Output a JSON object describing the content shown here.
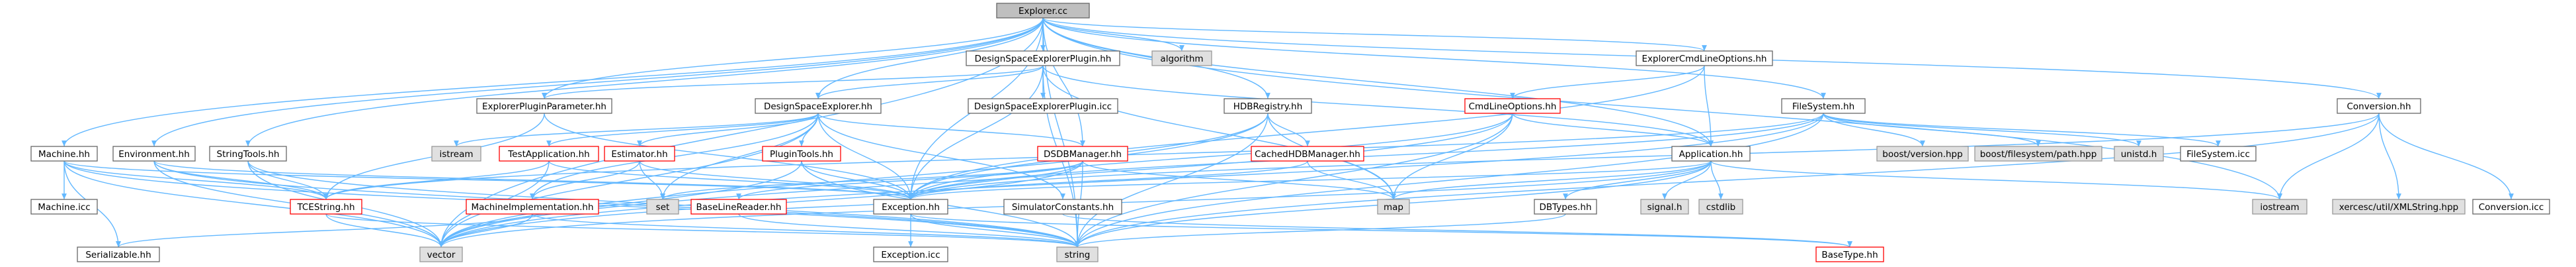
{
  "colors": {
    "edge": "#63b8ff",
    "root_fill": "#bfbfbf",
    "default_fill": "#ffffff",
    "default_border": "#666666",
    "red_border": "#ff0000",
    "gray_fill": "#e0e0e0",
    "gray_border": "#999999",
    "text": "#000000"
  },
  "nodes": [
    {
      "id": "explorer_cc",
      "label": "Explorer.cc",
      "style": "root"
    },
    {
      "id": "algorithm",
      "label": "algorithm",
      "style": "gray"
    },
    {
      "id": "dse_plugin_hh",
      "label": "DesignSpaceExplorerPlugin.hh",
      "style": "default"
    },
    {
      "id": "explorer_cmdline_hh",
      "label": "ExplorerCmdLineOptions.hh",
      "style": "default"
    },
    {
      "id": "hdbregistry_hh",
      "label": "HDBRegistry.hh",
      "style": "default"
    },
    {
      "id": "filesystem_hh",
      "label": "FileSystem.hh",
      "style": "default"
    },
    {
      "id": "conversion_hh",
      "label": "Conversion.hh",
      "style": "default"
    },
    {
      "id": "explorer_plugin_param_hh",
      "label": "ExplorerPluginParameter.hh",
      "style": "default"
    },
    {
      "id": "dse_hh",
      "label": "DesignSpaceExplorer.hh",
      "style": "default"
    },
    {
      "id": "dse_plugin_icc",
      "label": "DesignSpaceExplorerPlugin.icc",
      "style": "default"
    },
    {
      "id": "cmdlineoptions_hh",
      "label": "CmdLineOptions.hh",
      "style": "red"
    },
    {
      "id": "cachedhdbmanager_hh",
      "label": "CachedHDBManager.hh",
      "style": "red"
    },
    {
      "id": "application_hh",
      "label": "Application.hh",
      "style": "default"
    },
    {
      "id": "machine_hh",
      "label": "Machine.hh",
      "style": "default"
    },
    {
      "id": "environment_hh",
      "label": "Environment.hh",
      "style": "default"
    },
    {
      "id": "stringtools_hh",
      "label": "StringTools.hh",
      "style": "default"
    },
    {
      "id": "istream",
      "label": "istream",
      "style": "gray"
    },
    {
      "id": "testapplication_hh",
      "label": "TestApplication.hh",
      "style": "red"
    },
    {
      "id": "estimator_hh",
      "label": "Estimator.hh",
      "style": "red"
    },
    {
      "id": "plugintools_hh",
      "label": "PluginTools.hh",
      "style": "red"
    },
    {
      "id": "dsdbmanager_hh",
      "label": "DSDBManager.hh",
      "style": "red"
    },
    {
      "id": "boostversion_hpp",
      "label": "boost/version.hpp",
      "style": "gray"
    },
    {
      "id": "boostfilesystem_hpp",
      "label": "boost/filesystem/path.hpp",
      "style": "gray"
    },
    {
      "id": "unistd_h",
      "label": "unistd.h",
      "style": "gray"
    },
    {
      "id": "filesystem_icc",
      "label": "FileSystem.icc",
      "style": "default"
    },
    {
      "id": "machine_icc",
      "label": "Machine.icc",
      "style": "default"
    },
    {
      "id": "tcestring_hh",
      "label": "TCEString.hh",
      "style": "red"
    },
    {
      "id": "set",
      "label": "set",
      "style": "gray"
    },
    {
      "id": "machineimpl_hh",
      "label": "MachineImplementation.hh",
      "style": "red"
    },
    {
      "id": "baselinereader_hh",
      "label": "BaseLineReader.hh",
      "style": "red"
    },
    {
      "id": "exception_hh",
      "label": "Exception.hh",
      "style": "default"
    },
    {
      "id": "simulatorconstants_hh",
      "label": "SimulatorConstants.hh",
      "style": "default"
    },
    {
      "id": "map",
      "label": "map",
      "style": "gray"
    },
    {
      "id": "dbtypes_hh",
      "label": "DBTypes.hh",
      "style": "default"
    },
    {
      "id": "signal_h",
      "label": "signal.h",
      "style": "gray"
    },
    {
      "id": "cstdlib",
      "label": "cstdlib",
      "style": "gray"
    },
    {
      "id": "iostream",
      "label": "iostream",
      "style": "gray"
    },
    {
      "id": "xercesc_hpp",
      "label": "xercesc/util/XMLString.hpp",
      "style": "gray"
    },
    {
      "id": "conversion_icc",
      "label": "Conversion.icc",
      "style": "default"
    },
    {
      "id": "serializable_hh",
      "label": "Serializable.hh",
      "style": "default"
    },
    {
      "id": "vector",
      "label": "vector",
      "style": "gray"
    },
    {
      "id": "exception_icc",
      "label": "Exception.icc",
      "style": "default"
    },
    {
      "id": "string",
      "label": "string",
      "style": "gray"
    },
    {
      "id": "basetype_hh",
      "label": "BaseType.hh",
      "style": "red"
    }
  ],
  "edges": [
    [
      "explorer_cc",
      "algorithm"
    ],
    [
      "explorer_cc",
      "dse_plugin_hh"
    ],
    [
      "explorer_cc",
      "explorer_cmdline_hh"
    ],
    [
      "explorer_cc",
      "hdbregistry_hh"
    ],
    [
      "explorer_cc",
      "filesystem_hh"
    ],
    [
      "explorer_cc",
      "conversion_hh"
    ],
    [
      "explorer_cc",
      "dse_hh"
    ],
    [
      "explorer_cc",
      "explorer_plugin_param_hh"
    ],
    [
      "explorer_cc",
      "machine_hh"
    ],
    [
      "explorer_cc",
      "environment_hh"
    ],
    [
      "explorer_cc",
      "stringtools_hh"
    ],
    [
      "explorer_cc",
      "dsdbmanager_hh"
    ],
    [
      "explorer_cc",
      "application_hh"
    ],
    [
      "explorer_cc",
      "exception_hh"
    ],
    [
      "explorer_cc",
      "iostream"
    ],
    [
      "explorer_cc",
      "string"
    ],
    [
      "explorer_cc",
      "vector"
    ],
    [
      "dse_plugin_hh",
      "explorer_plugin_param_hh"
    ],
    [
      "dse_plugin_hh",
      "dse_hh"
    ],
    [
      "dse_plugin_hh",
      "dse_plugin_icc"
    ],
    [
      "dse_plugin_hh",
      "application_hh"
    ],
    [
      "dse_plugin_hh",
      "exception_hh"
    ],
    [
      "dse_plugin_hh",
      "map"
    ],
    [
      "dse_plugin_hh",
      "string"
    ],
    [
      "explorer_cmdline_hh",
      "cmdlineoptions_hh"
    ],
    [
      "explorer_cmdline_hh",
      "application_hh"
    ],
    [
      "explorer_cmdline_hh",
      "exception_hh"
    ],
    [
      "hdbregistry_hh",
      "cachedhdbmanager_hh"
    ],
    [
      "hdbregistry_hh",
      "exception_hh"
    ],
    [
      "hdbregistry_hh",
      "map"
    ],
    [
      "hdbregistry_hh",
      "string"
    ],
    [
      "hdbregistry_hh",
      "vector"
    ],
    [
      "filesystem_hh",
      "boostversion_hpp"
    ],
    [
      "filesystem_hh",
      "boostfilesystem_hpp"
    ],
    [
      "filesystem_hh",
      "unistd_h"
    ],
    [
      "filesystem_hh",
      "filesystem_icc"
    ],
    [
      "filesystem_hh",
      "exception_hh"
    ],
    [
      "filesystem_hh",
      "string"
    ],
    [
      "filesystem_hh",
      "vector"
    ],
    [
      "filesystem_hh",
      "tcestring_hh"
    ],
    [
      "conversion_hh",
      "iostream"
    ],
    [
      "conversion_hh",
      "xercesc_hpp"
    ],
    [
      "conversion_hh",
      "conversion_icc"
    ],
    [
      "conversion_hh",
      "exception_hh"
    ],
    [
      "conversion_hh",
      "string"
    ],
    [
      "explorer_plugin_param_hh",
      "tcestring_hh"
    ],
    [
      "explorer_plugin_param_hh",
      "exception_hh"
    ],
    [
      "dse_hh",
      "istream"
    ],
    [
      "dse_hh",
      "testapplication_hh"
    ],
    [
      "dse_hh",
      "estimator_hh"
    ],
    [
      "dse_hh",
      "plugintools_hh"
    ],
    [
      "dse_hh",
      "dsdbmanager_hh"
    ],
    [
      "dse_hh",
      "exception_hh"
    ],
    [
      "dse_hh",
      "set"
    ],
    [
      "dse_hh",
      "vector"
    ],
    [
      "dse_hh",
      "machineimpl_hh"
    ],
    [
      "dse_hh",
      "simulatorconstants_hh"
    ],
    [
      "cmdlineoptions_hh",
      "application_hh"
    ],
    [
      "cmdlineoptions_hh",
      "exception_hh"
    ],
    [
      "cmdlineoptions_hh",
      "map"
    ],
    [
      "cmdlineoptions_hh",
      "string"
    ],
    [
      "cmdlineoptions_hh",
      "vector"
    ],
    [
      "cachedhdbmanager_hh",
      "map"
    ],
    [
      "cachedhdbmanager_hh",
      "exception_hh"
    ],
    [
      "application_hh",
      "signal_h"
    ],
    [
      "application_hh",
      "cstdlib"
    ],
    [
      "application_hh",
      "iostream"
    ],
    [
      "application_hh",
      "exception_hh"
    ],
    [
      "application_hh",
      "string"
    ],
    [
      "application_hh",
      "vector"
    ],
    [
      "application_hh",
      "map"
    ],
    [
      "application_hh",
      "dbtypes_hh"
    ],
    [
      "machine_hh",
      "machine_icc"
    ],
    [
      "machine_hh",
      "serializable_hh"
    ],
    [
      "machine_hh",
      "tcestring_hh"
    ],
    [
      "machine_hh",
      "exception_hh"
    ],
    [
      "machine_hh",
      "vector"
    ],
    [
      "machine_hh",
      "string"
    ],
    [
      "environment_hh",
      "tcestring_hh"
    ],
    [
      "environment_hh",
      "exception_hh"
    ],
    [
      "environment_hh",
      "vector"
    ],
    [
      "environment_hh",
      "string"
    ],
    [
      "stringtools_hh",
      "tcestring_hh"
    ],
    [
      "stringtools_hh",
      "vector"
    ],
    [
      "stringtools_hh",
      "string"
    ],
    [
      "testapplication_hh",
      "tcestring_hh"
    ],
    [
      "testapplication_hh",
      "exception_hh"
    ],
    [
      "testapplication_hh",
      "vector"
    ],
    [
      "estimator_hh",
      "set"
    ],
    [
      "estimator_hh",
      "exception_hh"
    ],
    [
      "estimator_hh",
      "machineimpl_hh"
    ],
    [
      "plugintools_hh",
      "exception_hh"
    ],
    [
      "plugintools_hh",
      "string"
    ],
    [
      "plugintools_hh",
      "vector"
    ],
    [
      "dsdbmanager_hh",
      "set"
    ],
    [
      "dsdbmanager_hh",
      "map"
    ],
    [
      "dsdbmanager_hh",
      "exception_hh"
    ],
    [
      "dsdbmanager_hh",
      "baselinereader_hh"
    ],
    [
      "dsdbmanager_hh",
      "string"
    ],
    [
      "dsdbmanager_hh",
      "vector"
    ],
    [
      "tcestring_hh",
      "string"
    ],
    [
      "tcestring_hh",
      "vector"
    ],
    [
      "machineimpl_hh",
      "serializable_hh"
    ],
    [
      "machineimpl_hh",
      "string"
    ],
    [
      "machineimpl_hh",
      "vector"
    ],
    [
      "baselinereader_hh",
      "string"
    ],
    [
      "baselinereader_hh",
      "exception_hh"
    ],
    [
      "exception_hh",
      "string"
    ],
    [
      "exception_hh",
      "exception_icc"
    ],
    [
      "exception_hh",
      "basetype_hh"
    ],
    [
      "simulatorconstants_hh",
      "basetype_hh"
    ],
    [
      "dbtypes_hh",
      "string"
    ]
  ]
}
